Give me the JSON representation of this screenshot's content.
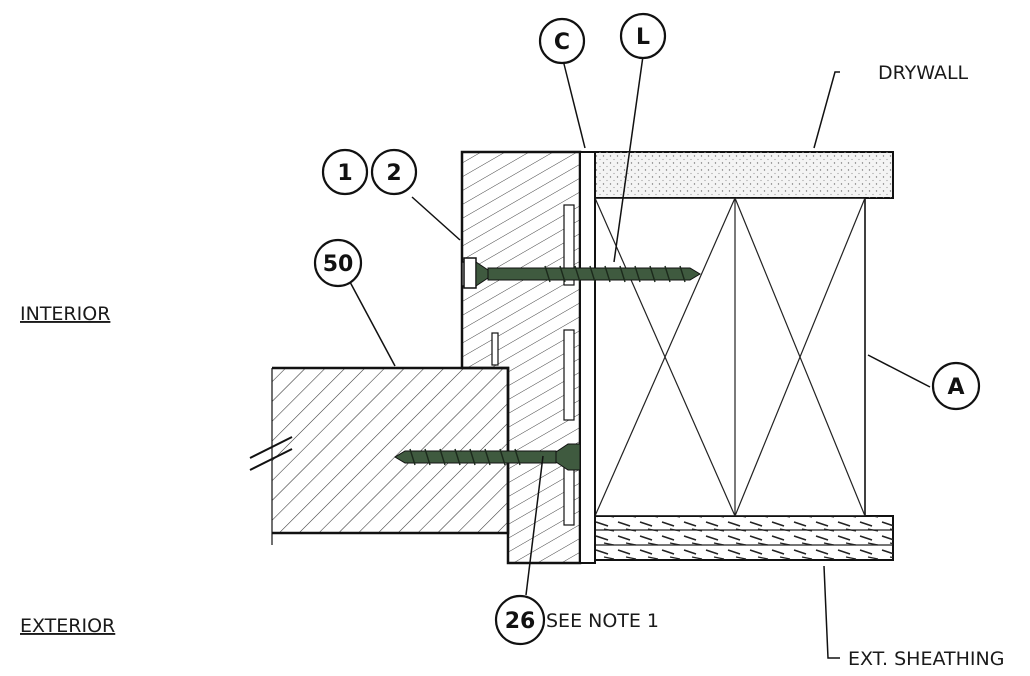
{
  "regions": {
    "interior": "INTERIOR",
    "exterior": "EXTERIOR"
  },
  "callouts": {
    "drywall": "DRYWALL",
    "ext_sheathing": "EXT. SHEATHING",
    "see_note": "SEE NOTE 1"
  },
  "bubbles": {
    "c": "C",
    "l": "L",
    "one": "1",
    "two": "2",
    "fifty": "50",
    "a": "A",
    "twenty_six": "26"
  },
  "colors": {
    "line": "#111111",
    "screw": "#3f5a3f",
    "drywall_fill": "#f4f4f4"
  }
}
